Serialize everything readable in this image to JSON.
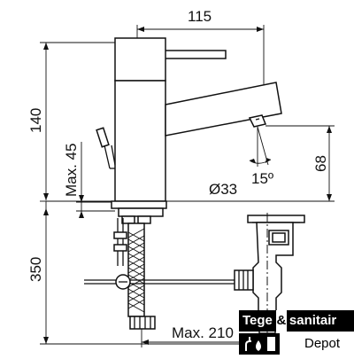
{
  "dimensions": {
    "top_width": "115",
    "total_height": "140",
    "max_lever": "Max. 45",
    "spout_height": "68",
    "angle": "15º",
    "diameter": "Ø33",
    "hose_length": "350",
    "max_reach": "Max. 210"
  },
  "logo": {
    "word1": "Tege",
    "amp": "&",
    "word2": "sanitair",
    "word3": "Depot"
  }
}
